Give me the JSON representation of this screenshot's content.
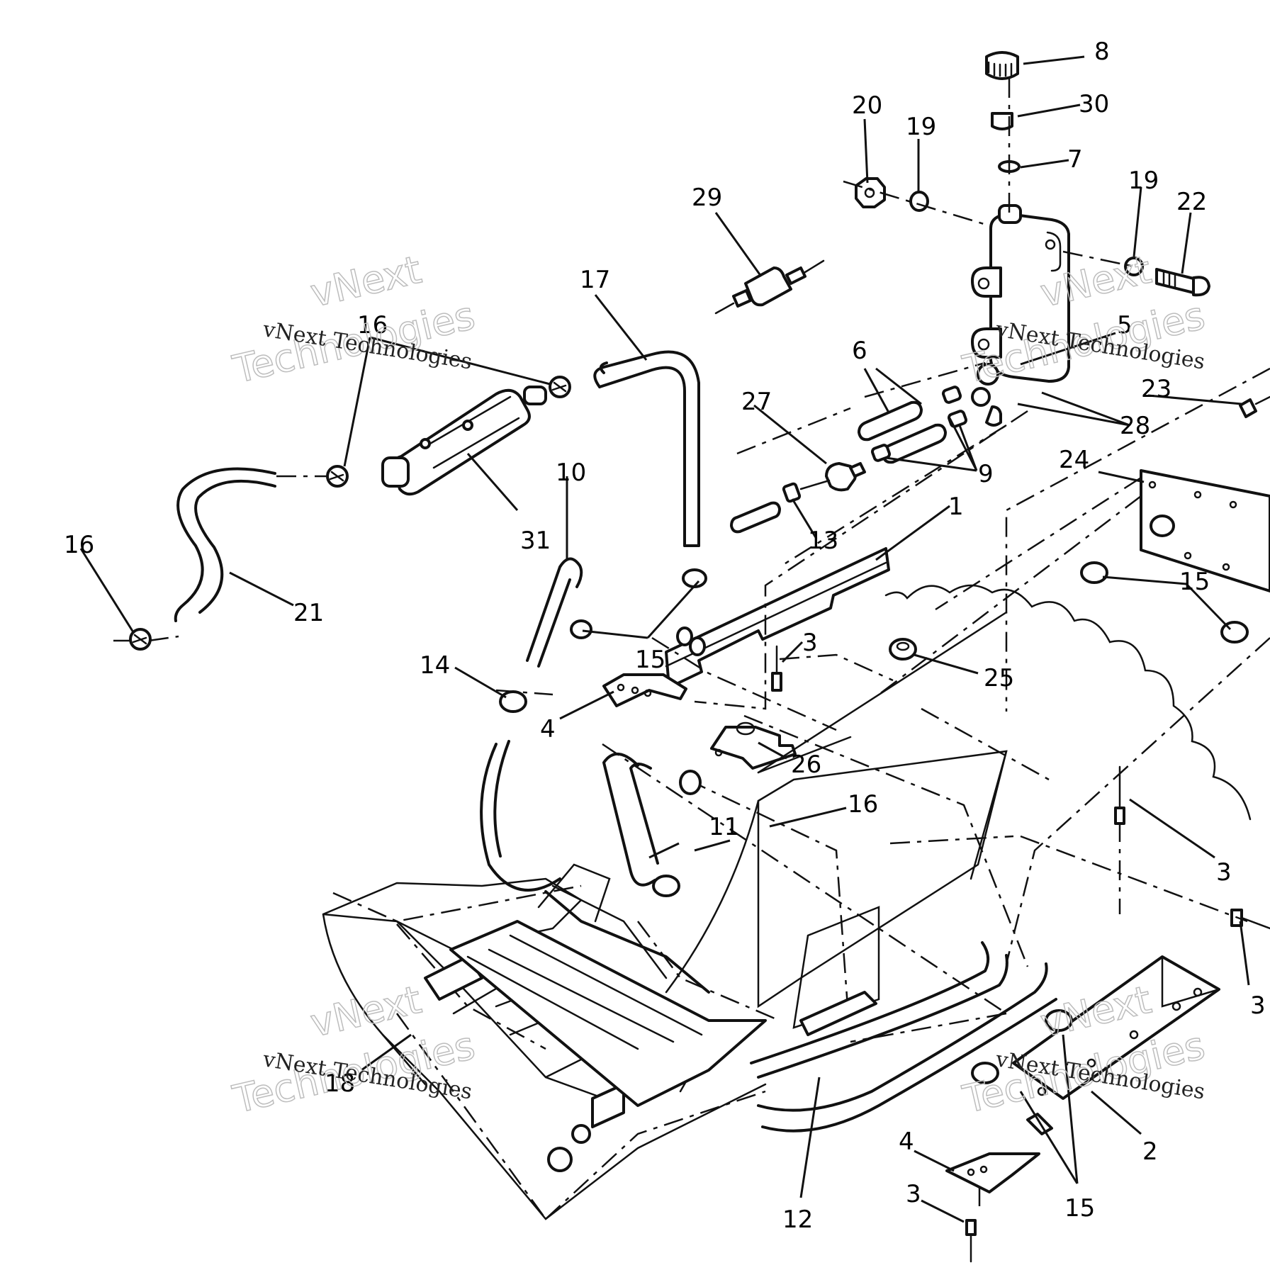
{
  "callouts": [
    {
      "id": "c8",
      "text": "8"
    },
    {
      "id": "c30",
      "text": "30"
    },
    {
      "id": "c7",
      "text": "7"
    },
    {
      "id": "c20",
      "text": "20"
    },
    {
      "id": "c19a",
      "text": "19"
    },
    {
      "id": "c19b",
      "text": "19"
    },
    {
      "id": "c22",
      "text": "22"
    },
    {
      "id": "c29",
      "text": "29"
    },
    {
      "id": "c17",
      "text": "17"
    },
    {
      "id": "c16a",
      "text": "16"
    },
    {
      "id": "c5",
      "text": "5"
    },
    {
      "id": "c6",
      "text": "6"
    },
    {
      "id": "c27",
      "text": "27"
    },
    {
      "id": "c28",
      "text": "28"
    },
    {
      "id": "c23",
      "text": "23"
    },
    {
      "id": "c9",
      "text": "9"
    },
    {
      "id": "c24",
      "text": "24"
    },
    {
      "id": "c10",
      "text": "10"
    },
    {
      "id": "c31",
      "text": "31"
    },
    {
      "id": "c1",
      "text": "1"
    },
    {
      "id": "c13",
      "text": "13"
    },
    {
      "id": "c16b",
      "text": "16"
    },
    {
      "id": "c21",
      "text": "21"
    },
    {
      "id": "c15a",
      "text": "15"
    },
    {
      "id": "c3a",
      "text": "3"
    },
    {
      "id": "c14",
      "text": "14"
    },
    {
      "id": "c25",
      "text": "25"
    },
    {
      "id": "c4a",
      "text": "4"
    },
    {
      "id": "c26",
      "text": "26"
    },
    {
      "id": "c16c",
      "text": "16"
    },
    {
      "id": "c11",
      "text": "11"
    },
    {
      "id": "c15b",
      "text": "15"
    },
    {
      "id": "c3b",
      "text": "3"
    },
    {
      "id": "c3c",
      "text": "3"
    },
    {
      "id": "c18",
      "text": "18"
    },
    {
      "id": "c2",
      "text": "2"
    },
    {
      "id": "c4b",
      "text": "4"
    },
    {
      "id": "c12",
      "text": "12"
    },
    {
      "id": "c3d",
      "text": "3"
    },
    {
      "id": "c15c",
      "text": "15"
    }
  ],
  "watermark": {
    "big": [
      "vNext",
      "Technologies"
    ],
    "small": "vNext Technologies"
  }
}
